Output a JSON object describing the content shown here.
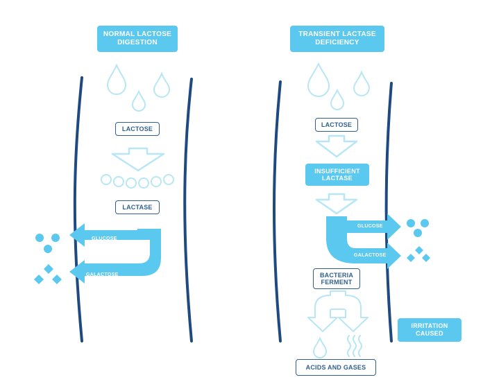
{
  "left_panel": {
    "title": "NORMAL LACTOSE\nDIGESTION",
    "lactose_label": "LACTOSE",
    "lactase_label": "LACTASE",
    "glucose_label": "GLUCOSE",
    "galactose_label": "GALACTOSE"
  },
  "right_panel": {
    "title": "TRANSIENT LACTASE\nDEFICIENCY",
    "lactose_label": "LACTOSE",
    "insufficient_label": "INSUFFICIENT\nLACTASE",
    "glucose_label": "GLUCOSE",
    "galactose_label": "GALACTOSE",
    "bacteria_label": "BACTERIA\nFERMENT",
    "acids_label": "ACIDS AND GASES",
    "irritation_label": "IRRITATION\nCAUSED"
  },
  "colors": {
    "accent": "#5bc8f0",
    "outline": "#b7e6f5",
    "wall": "#1f4a80",
    "label_border": "#2f5f8f"
  }
}
